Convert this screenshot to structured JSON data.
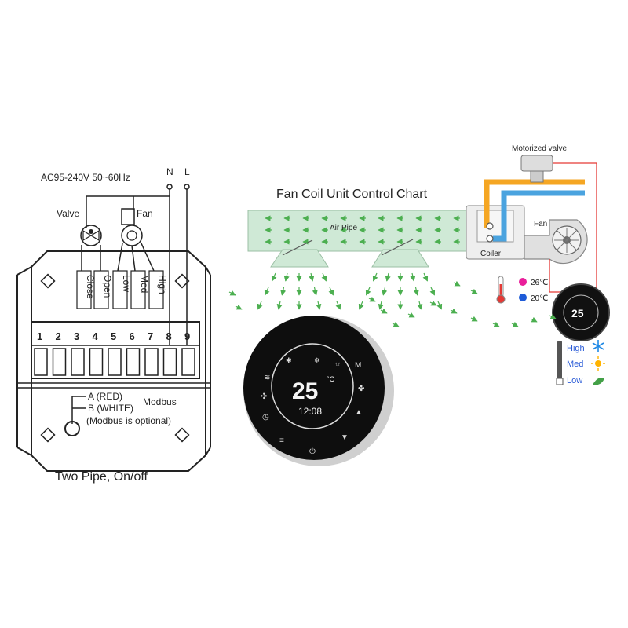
{
  "wiring": {
    "power": "AC95-240V  50~60Hz",
    "neutral": "N",
    "live": "L",
    "valve_label": "Valve",
    "fan_label": "Fan",
    "terminal_labels": [
      "Close",
      "Open",
      "Low",
      "Med",
      "High"
    ],
    "terminal_numbers": [
      "1",
      "2",
      "3",
      "4",
      "5",
      "6",
      "7",
      "8",
      "9"
    ],
    "modbus_a": "A (RED)",
    "modbus_b": "B (WHITE)",
    "modbus_label": "Modbus",
    "modbus_note": "(Modbus is optional)",
    "caption": "Two Pipe, On/off"
  },
  "chart": {
    "title": "Fan Coil Unit Control Chart",
    "air_pipe": "Air Pipe",
    "motorized_valve": "Motorized valve",
    "fan": "Fan",
    "coiler": "Coiler",
    "hot_temp": "26℃",
    "cold_temp": "20℃",
    "speed_high": "High",
    "speed_med": "Med",
    "speed_low": "Low"
  },
  "thermostat": {
    "temperature": "25",
    "unit": "°C",
    "time": "12:08",
    "small_temperature": "25"
  },
  "colors": {
    "hot": "#f5a623",
    "cold": "#4aa3df",
    "duct": "#cfe9d6",
    "arrow": "#4caf50",
    "wire": "#e53935",
    "magenta": "#e91e9a",
    "blue_dot": "#1e5bd8"
  }
}
